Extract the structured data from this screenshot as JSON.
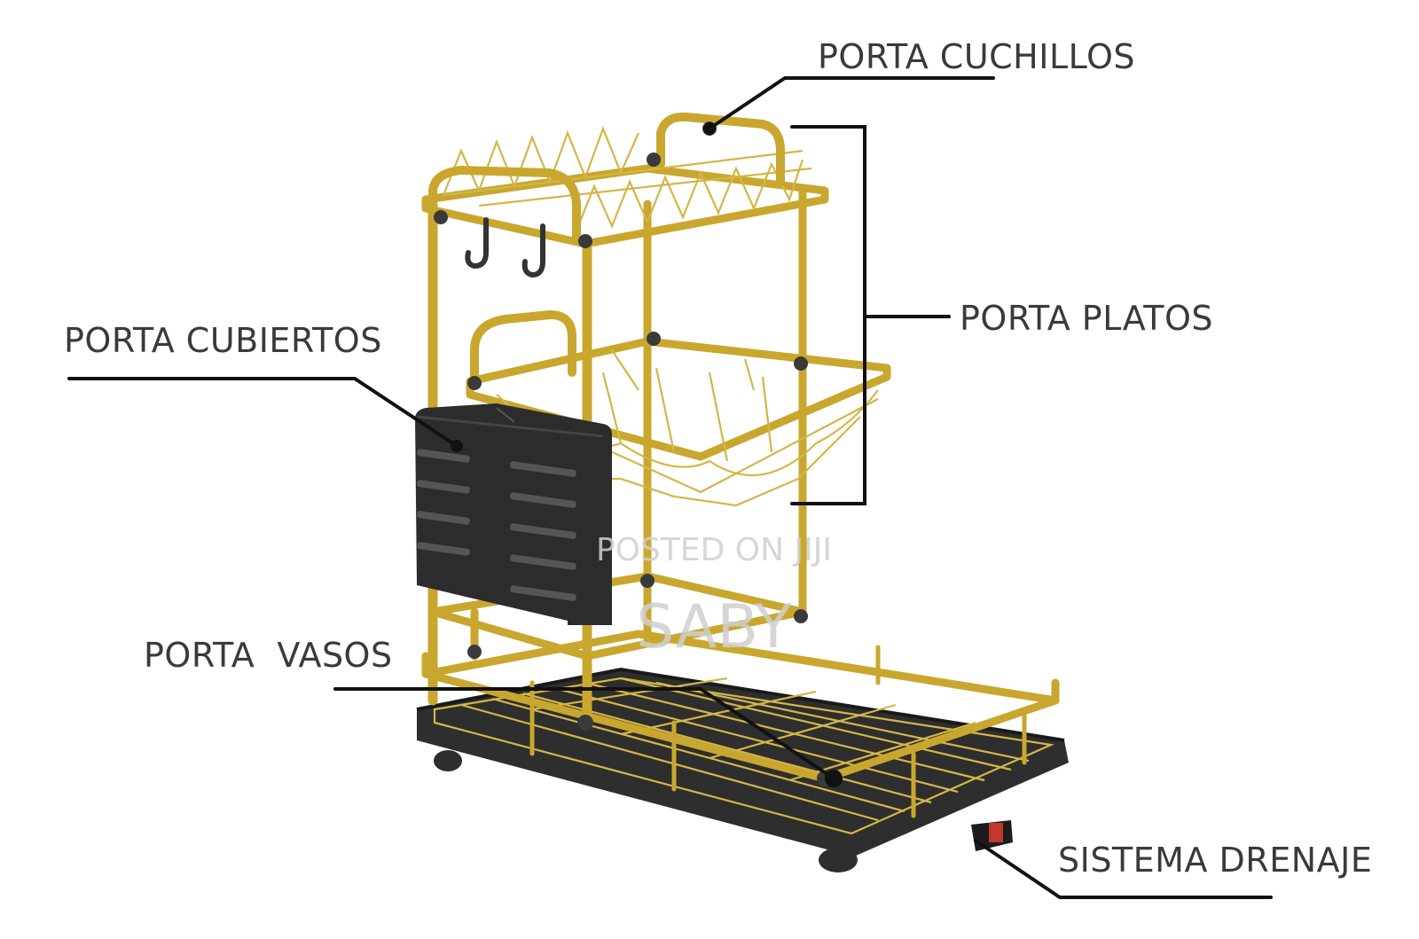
{
  "labels": {
    "porta_cuchillos": "PORTA CUCHILLOS",
    "porta_platos": "PORTA PLATOS",
    "porta_cubiertos": "PORTA CUBIERTOS",
    "porta_vasos": "PORTA  VASOS",
    "sistema_drenaje": "SISTEMA DRENAJE"
  },
  "watermark": {
    "line1": "POSTED ON JIJI",
    "line2": "SABY"
  },
  "colors": {
    "gold": "#c9a72e",
    "black_plastic": "#2e2e2e",
    "text": "#3a3a3a",
    "leader": "#111111",
    "drain_red": "#c0392b"
  }
}
